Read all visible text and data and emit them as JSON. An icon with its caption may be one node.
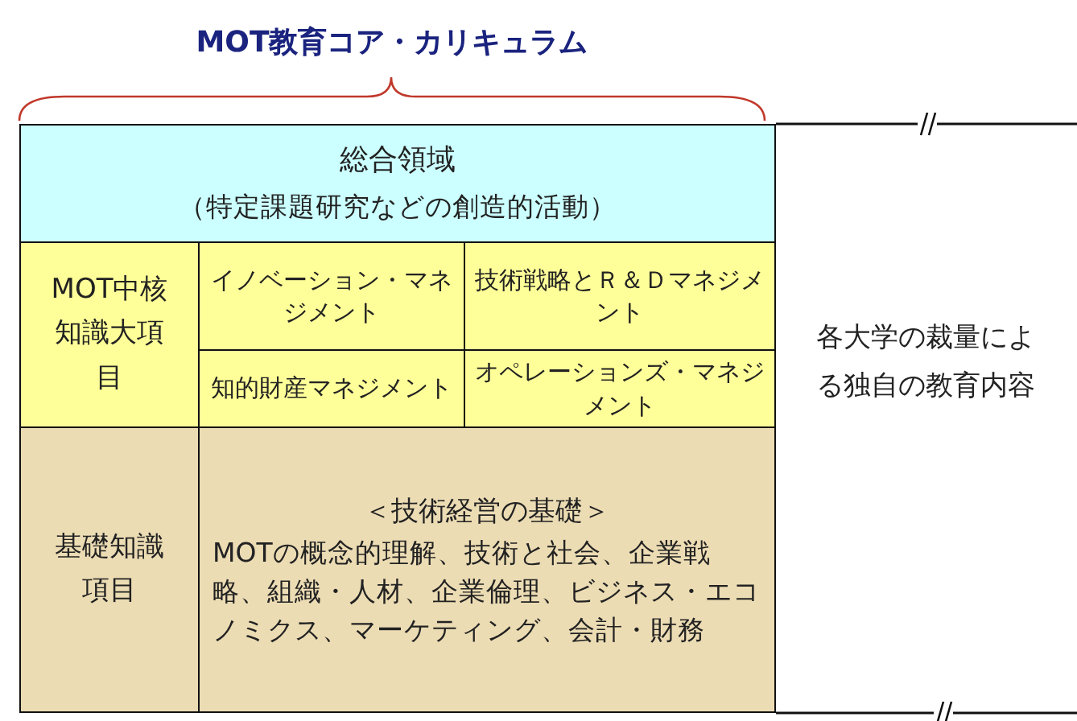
{
  "diagram": {
    "title": "MOT教育コア・カリキュラム",
    "nodes": [
      {
        "text": [
          "総合領域",
          "（特定課題研究などの創造的活動）"
        ]
      },
      {
        "text": [
          "MOT中核知識大項目"
        ]
      },
      {
        "text": [
          "イノベーション・マネジメント"
        ]
      },
      {
        "text": [
          "技術戦略とＲ＆Ｄマネジメント"
        ]
      },
      {
        "text": [
          "知的財産マネジメント"
        ]
      },
      {
        "text": [
          "オペレーションズ・マネジメント"
        ]
      },
      {
        "text": [
          "基礎知識項目"
        ]
      },
      {
        "text": [
          "＜技術経営の基礎＞",
          "MOTの概念的理解、技術と社会、企業戦略、組織・人材、企業倫理、ビジネス・エコノミクス、マーケティング、会計・財務"
        ]
      }
    ],
    "labels": [
      "各大学の裁量による独自の教育内容"
    ]
  }
}
